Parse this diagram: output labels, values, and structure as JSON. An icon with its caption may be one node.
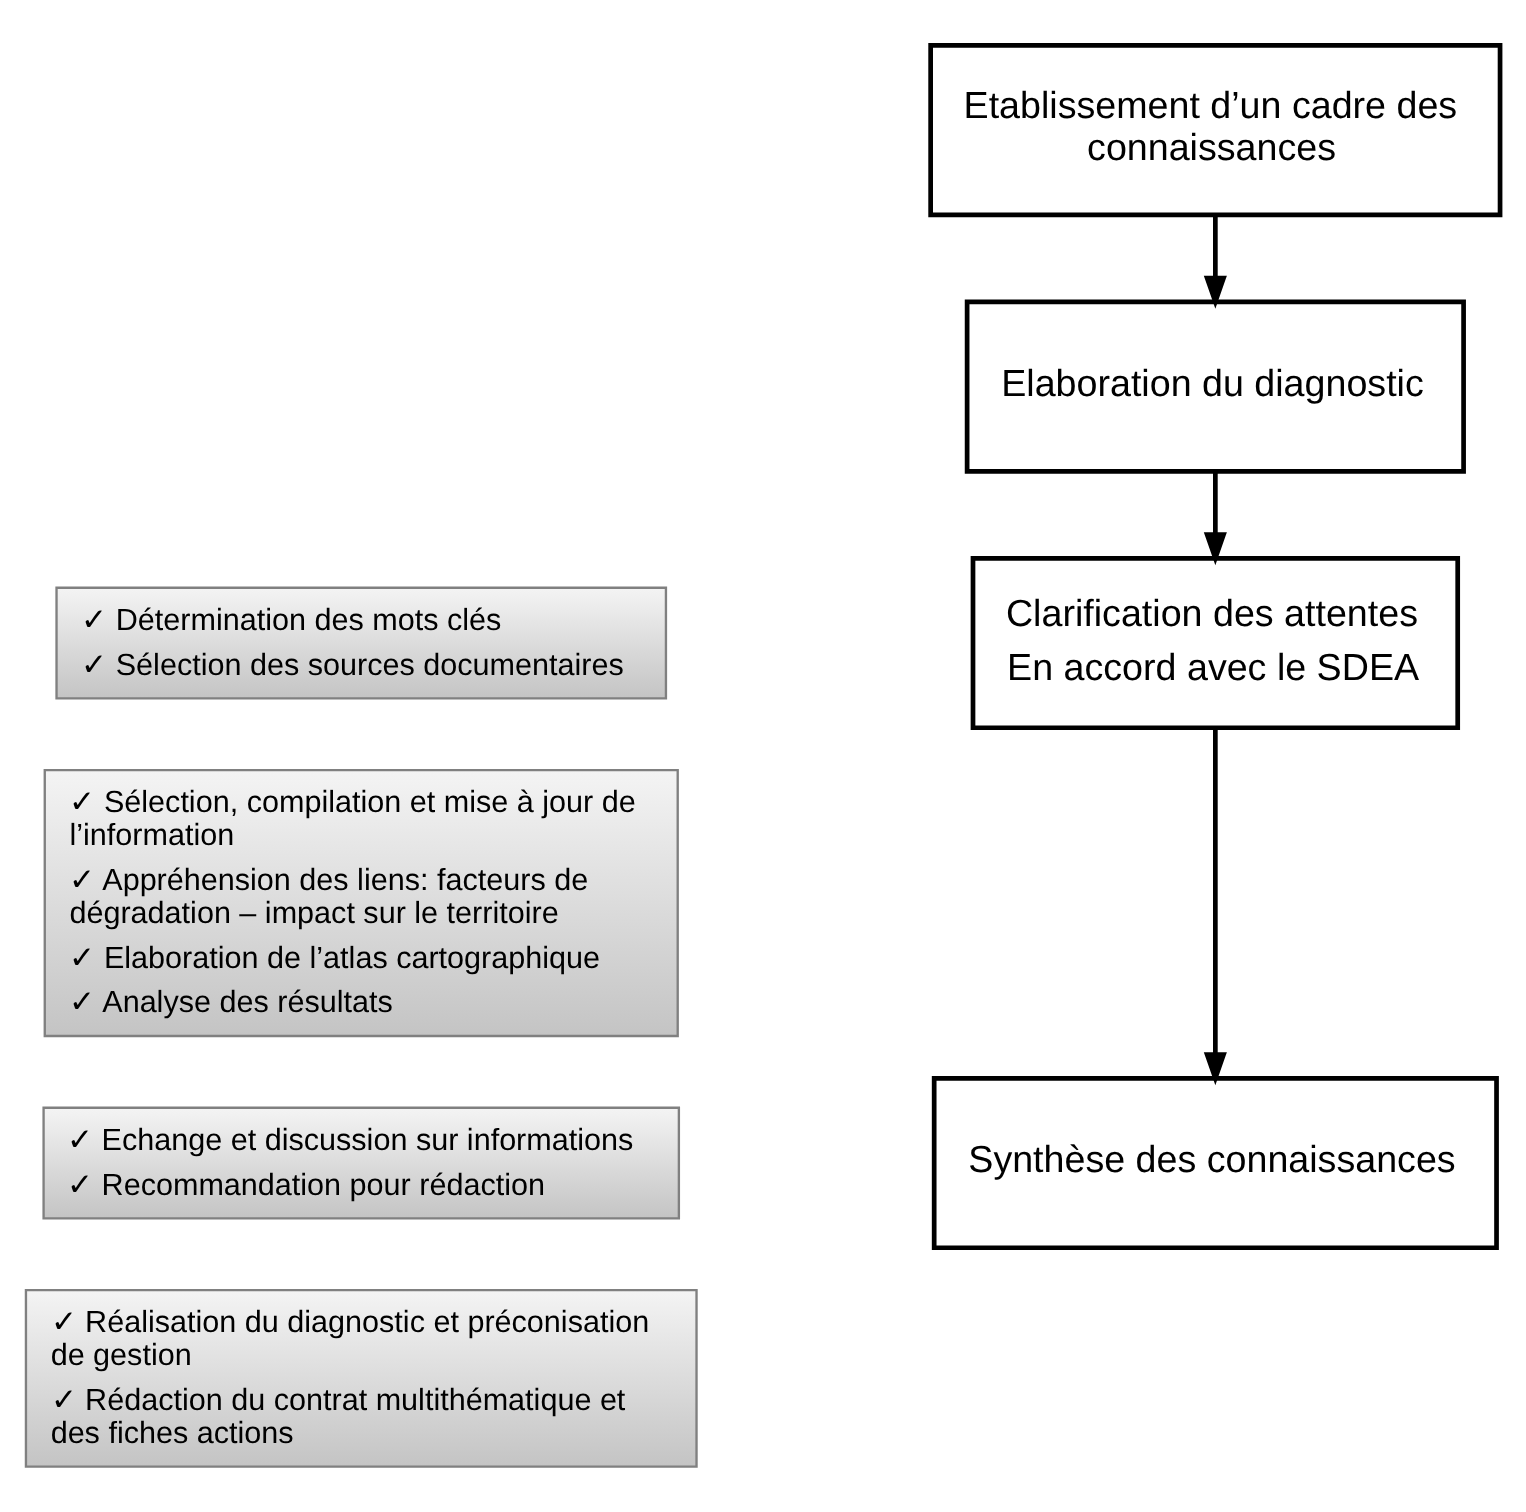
{
  "diagram": {
    "nodes": [
      {
        "text": [
          "Etablissement d’un cadre des connaissances"
        ]
      },
      {
        "text": [
          "✓ Détermination des mots clés",
          "✓ Sélection des sources documentaires"
        ]
      },
      {
        "text": [
          "Elaboration du diagnostic"
        ]
      },
      {
        "text": [
          "✓ Sélection, compilation et mise à jour de l’information",
          "✓ Appréhension des liens: facteurs de dégradation – impact sur le territoire",
          "✓ Elaboration de l’atlas cartographique",
          "✓ Analyse des résultats"
        ]
      },
      {
        "text": [
          "Clarification des attentes",
          "En accord avec le SDEA"
        ]
      },
      {
        "text": [
          "✓ Echange et discussion sur informations",
          "✓ Recommandation pour rédaction"
        ]
      },
      {
        "text": [
          "Synthèse des connaissances"
        ]
      },
      {
        "text": [
          "✓ Réalisation du diagnostic et préconisation de gestion",
          "✓ Rédaction du contrat multithématique et des fiches actions"
        ]
      }
    ],
    "edges": [
      {
        "from": 0,
        "to": 2,
        "arrow": "to"
      },
      {
        "from": 2,
        "to": 4,
        "arrow": "to"
      },
      {
        "from": 4,
        "to": 6,
        "arrow": "to"
      }
    ]
  }
}
